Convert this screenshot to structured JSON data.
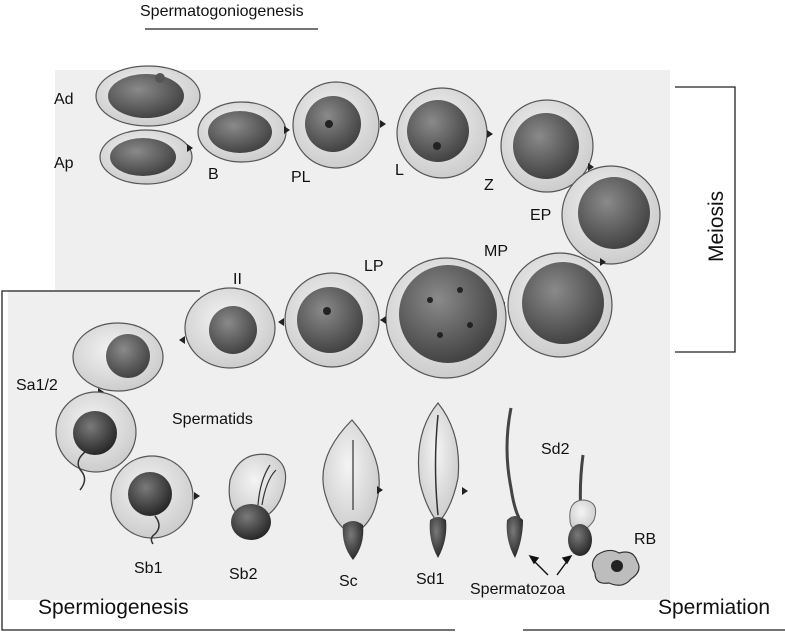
{
  "labels": {
    "spermatogoniogenesis": "Spermatogoniogenesis",
    "ad": "Ad",
    "ap": "Ap",
    "b": "B",
    "pl": "PL",
    "l": "L",
    "z": "Z",
    "ep": "EP",
    "mp": "MP",
    "lp": "LP",
    "ii": "II",
    "meiosis": "Meiosis",
    "sa12": "Sa1/2",
    "spermatids": "Spermatids",
    "sb1": "Sb1",
    "sb2": "Sb2",
    "sc": "Sc",
    "sd1": "Sd1",
    "sd2": "Sd2",
    "rb": "RB",
    "spermatozoa": "Spermatozoa",
    "spermiogenesis": "Spermiogenesis",
    "spermiation": "Spermiation"
  },
  "colors": {
    "background_panel": "#eeeeee",
    "cell_outer": "#e3e3e3",
    "nucleus": "#6f6f6f",
    "nucleus_dark": "#4a4a4a",
    "line": "#222222"
  }
}
